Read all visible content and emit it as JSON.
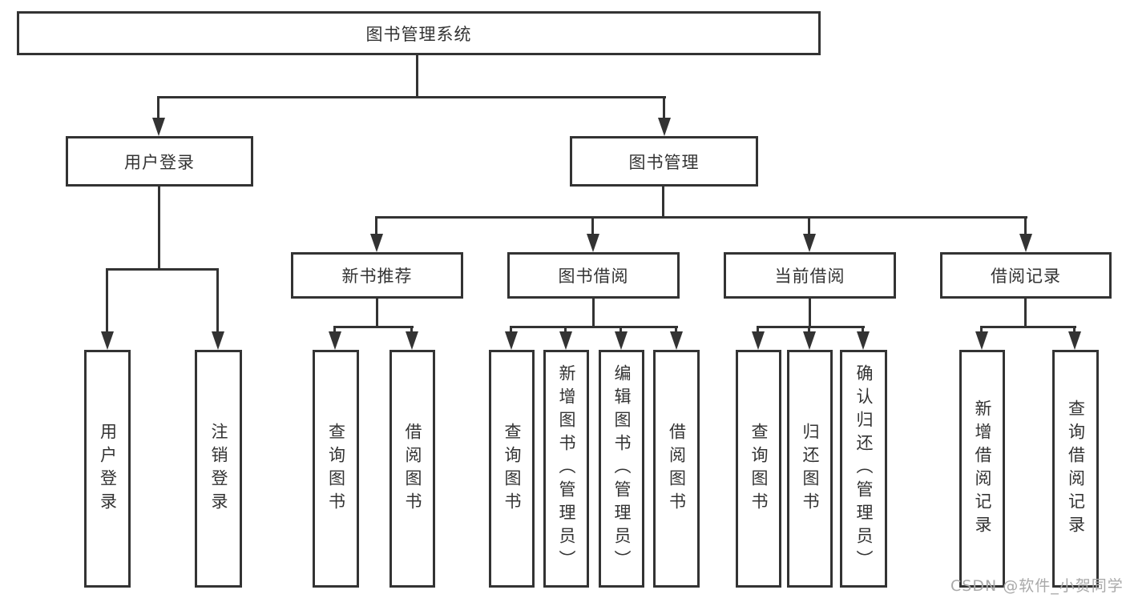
{
  "diagram": {
    "title": "图书管理系统",
    "level2": [
      {
        "label": "用户登录"
      },
      {
        "label": "图书管理"
      }
    ],
    "level3": [
      {
        "label": "新书推荐"
      },
      {
        "label": "图书借阅"
      },
      {
        "label": "当前借阅"
      },
      {
        "label": "借阅记录"
      }
    ],
    "leaves": [
      {
        "label": "用户登录"
      },
      {
        "label": "注销登录"
      },
      {
        "label": "查询图书"
      },
      {
        "label": "借阅图书"
      },
      {
        "label": "查询图书"
      },
      {
        "label": "新增图书（管理员）"
      },
      {
        "label": "编辑图书（管理员）"
      },
      {
        "label": "借阅图书"
      },
      {
        "label": "查询图书"
      },
      {
        "label": "归还图书"
      },
      {
        "label": "确认归还（管理员）"
      },
      {
        "label": "新增借阅记录"
      },
      {
        "label": "查询借阅记录"
      }
    ],
    "watermark": "CSDN @软件_小贺同学",
    "colors": {
      "line": "#333333",
      "border": "#333333",
      "text": "#333333",
      "watermark": "#a9a9a9",
      "background": "#ffffff"
    }
  }
}
